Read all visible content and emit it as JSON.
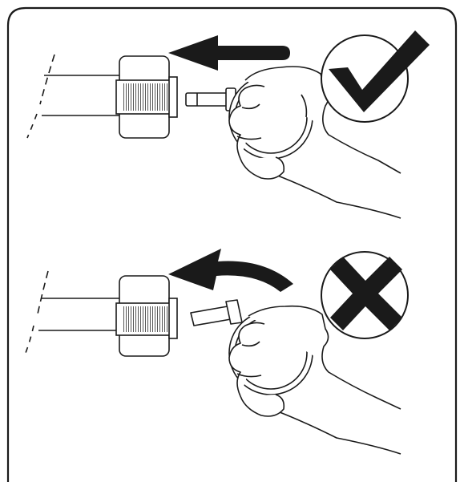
{
  "colors": {
    "ink": "#1a1a1a",
    "paper": "#ffffff",
    "hatch": "#444444"
  },
  "panels": [
    {
      "verdict": "correct",
      "verdict_icon": "checkmark-icon",
      "motion": "straight-push"
    },
    {
      "verdict": "incorrect",
      "verdict_icon": "cross-icon",
      "motion": "curved-twist"
    }
  ]
}
